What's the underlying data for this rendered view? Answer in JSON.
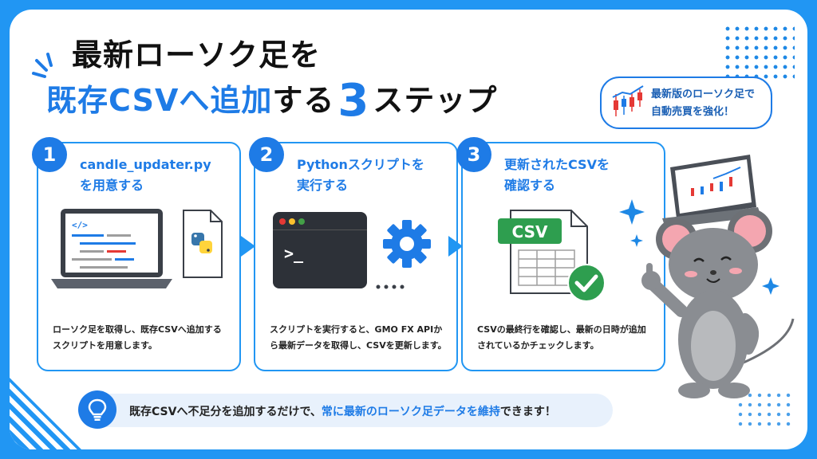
{
  "title": {
    "line1": "最新ローソク足を",
    "line2_a": "既存CSVへ追加",
    "line2_b": "する",
    "line2_num": "3",
    "line2_c": "ステップ"
  },
  "bubble": {
    "line1": "最新版のローソク足で",
    "line2": "自動売買を強化！"
  },
  "steps": [
    {
      "number": "1",
      "title1": "candle_updater.py",
      "title2": "を用意する",
      "desc": "ローソク足を取得し、既存CSVへ追加するスクリプトを用意します。"
    },
    {
      "number": "2",
      "title1": "Pythonスクリプトを",
      "title2": "実行する",
      "terminal_prompt": ">_",
      "desc": "スクリプトを実行すると、GMO FX APIから最新データを取得し、CSVを更新します。"
    },
    {
      "number": "3",
      "title1": "更新されたCSVを",
      "title2": "確認する",
      "csv_label": "CSV",
      "desc": "CSVの最終行を確認し、最新の日時が追加されているかチェックします。"
    }
  ],
  "tip": {
    "text_a": "既存CSVへ不足分を追加するだけで、",
    "text_b": "常に最新のローソク足データを維持",
    "text_c": "できます！"
  },
  "colors": {
    "brand_blue": "#1e7be6",
    "frame_blue": "#2196f3",
    "green": "#2e9e4f",
    "red": "#e53935"
  },
  "icons": [
    "sparkle-lines-icon",
    "candlestick-chart-icon",
    "laptop-code-icon",
    "python-file-icon",
    "terminal-icon",
    "gear-icon",
    "csv-file-icon",
    "check-circle-icon",
    "lightbulb-icon",
    "mouse-mascot"
  ]
}
